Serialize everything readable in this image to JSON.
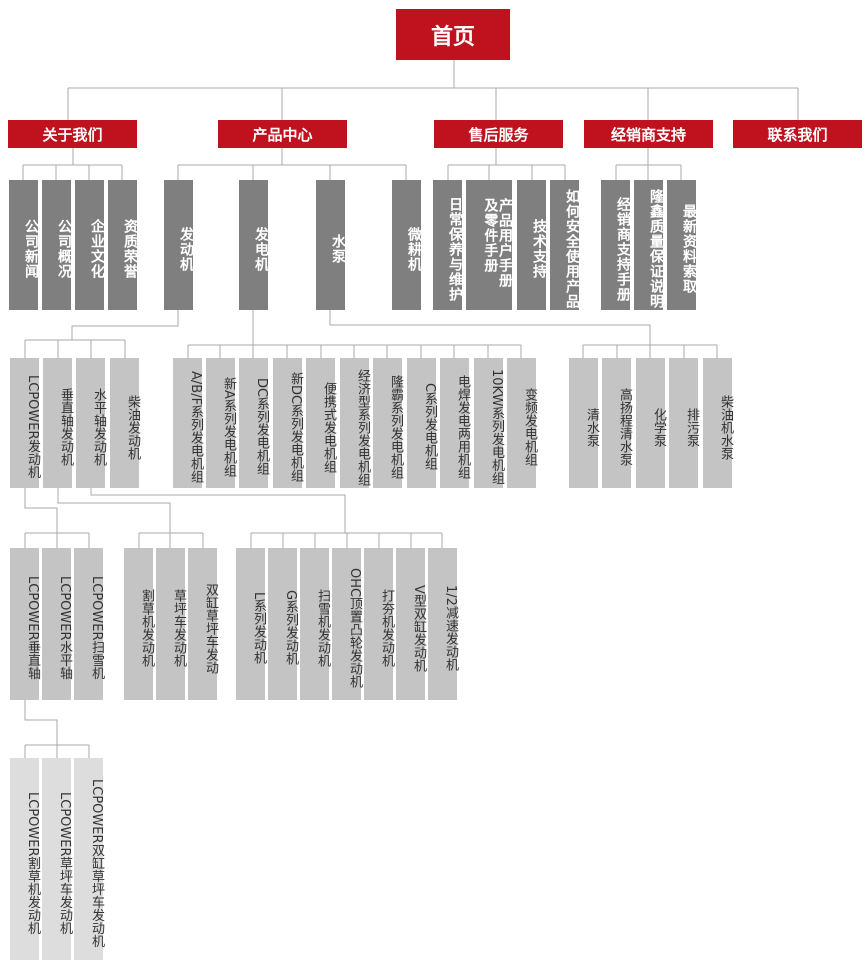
{
  "root": "首页",
  "categories": {
    "about": "关于我们",
    "products": "产品中心",
    "service": "售后服务",
    "dealer": "经销商支持",
    "contact": "联系我们"
  },
  "about": {
    "news": "公司新闻",
    "overview": "公司概况",
    "culture": "企业文化",
    "honors": "资质荣誉"
  },
  "products": {
    "engine": "发动机",
    "generator": "发电机",
    "pump": "水泵",
    "tiller": "微耕机"
  },
  "service": {
    "maintenance": "日常保养与维护",
    "manual": "产品用户手册及零件手册",
    "tech": "技术支持",
    "safety": "如何安全使用产品"
  },
  "dealer": {
    "handbook": "经销商支持手册",
    "warranty": "隆鑫质量保证说明",
    "materials": "最新资料索取"
  },
  "engines": {
    "lcpower": "LCPOWER发动机",
    "vertical": "垂直轴发动机",
    "horizontal": "水平轴发动机",
    "diesel": "柴油发动机"
  },
  "generators": {
    "abf": "A/B/F系列发电机组",
    "newa": "新A系列发电机组",
    "dc": "DC系列发电机组",
    "newdc": "新DC系列发电机组",
    "portable": "便携式发电机组",
    "economy": "经济型系列发电机组",
    "longba": "隆霸系列发电机组",
    "c": "C系列发电机组",
    "weld": "电焊发电两用机组",
    "tenkw": "10KW系列发电机组",
    "inverter": "变频发电机组"
  },
  "pumps": {
    "clear": "清水泵",
    "highlift": "高扬程清水泵",
    "chemical": "化学泵",
    "sewage": "排污泵",
    "diesel": "柴油机水泵"
  },
  "lcpower_sub": {
    "vertical": "LCPOWER垂直轴",
    "horizontal": "LCPOWER水平轴",
    "snow": "LCPOWER扫雪机"
  },
  "vertical_sub": {
    "mower": "割草机发动机",
    "lawn": "草坪车发动机",
    "twin": "双缸草坪车发动"
  },
  "horizontal_sub": {
    "l": "L系列发动机",
    "g": "G系列发动机",
    "snow": "扫雪机发动机",
    "ohc": "OHC顶置凸轮发动机",
    "rammer": "打夯机发动机",
    "vtwin": "V型双缸发动机",
    "half": "1/2减速发动机"
  },
  "lcvertical_sub": {
    "mower": "LCPOWER割草机发动机",
    "lawn": "LCPOWER草坪车发动机",
    "twin": "LCPOWER双缸草坪车发动机"
  },
  "colors": {
    "red": "#c0111f",
    "dark_gray": "#7f7f7f",
    "light_gray": "#c4c4c4",
    "lighter_gray": "#dddddd",
    "connector": "#a9a9a9"
  }
}
